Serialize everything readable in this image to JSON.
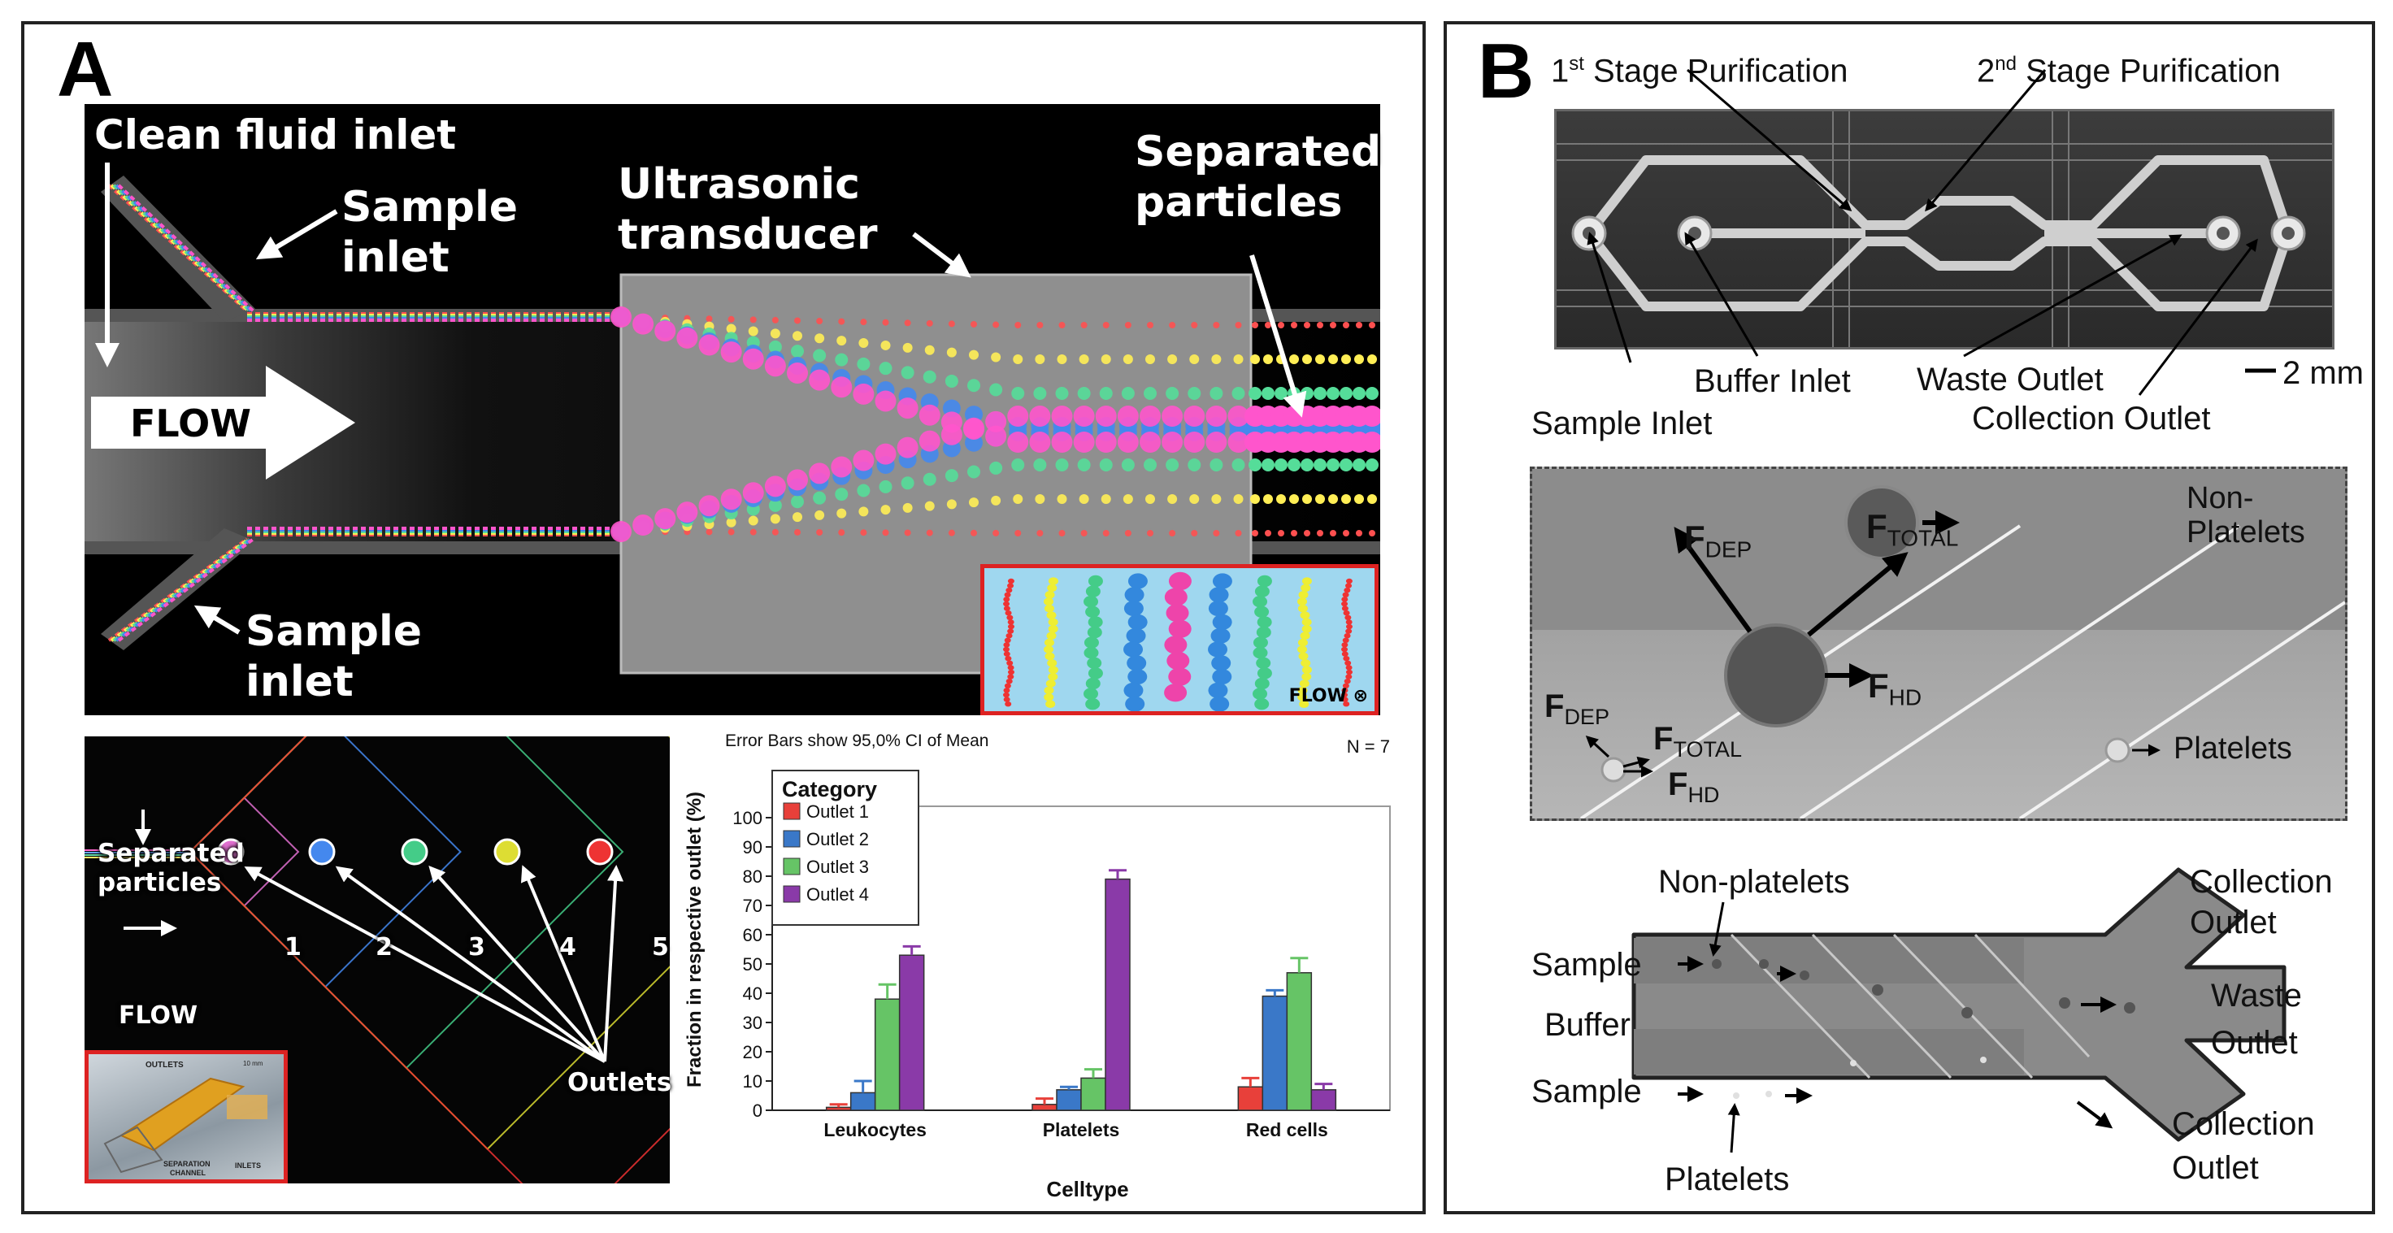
{
  "panelA": {
    "label": "A",
    "top": {
      "clean_fluid_inlet": "Clean fluid inlet",
      "sample_inlet_top": [
        "Sample",
        "inlet"
      ],
      "ultrasonic_transducer": [
        "Ultrasonic",
        "transducer"
      ],
      "separated_particles": [
        "Separated",
        "particles"
      ],
      "flow": "FLOW",
      "sample_inlet_bottom": [
        "Sample",
        "inlet"
      ],
      "inset_flow": "FLOW ⊗"
    },
    "chip": {
      "separated_particles": [
        "Separated",
        "particles"
      ],
      "flow": "FLOW",
      "outlets": "Outlets",
      "outlet_numbers": [
        "1",
        "2",
        "3",
        "4",
        "5"
      ],
      "outlet_colors": [
        "#e070d0",
        "#4488ee",
        "#44cc88",
        "#dddd33",
        "#ee3333"
      ],
      "photo_labels": {
        "outlets": "OUTLETS",
        "separation_channel": [
          "SEPARATION",
          "CHANNEL"
        ],
        "inlets": "INLETS",
        "scale": "10 mm"
      }
    },
    "chart": {
      "note": "Error Bars show 95,0% CI of Mean",
      "n_label": "N = 7",
      "legend_title": "Category"
    }
  },
  "chart_data": {
    "type": "bar",
    "title": "",
    "xlabel": "Celltype",
    "ylabel": "Fraction in respective outlet (%)",
    "ylim": [
      0,
      100
    ],
    "yticks": [
      0,
      10,
      20,
      30,
      40,
      50,
      60,
      70,
      80,
      90,
      100
    ],
    "categories": [
      "Leukocytes",
      "Platelets",
      "Red cells"
    ],
    "series": [
      {
        "name": "Outlet 1",
        "color": "#e8403a",
        "values": [
          1,
          2,
          8
        ],
        "err": [
          1,
          2,
          3
        ]
      },
      {
        "name": "Outlet 2",
        "color": "#3a78c8",
        "values": [
          6,
          7,
          39
        ],
        "err": [
          4,
          1,
          2
        ]
      },
      {
        "name": "Outlet 3",
        "color": "#66c466",
        "values": [
          38,
          11,
          47
        ],
        "err": [
          5,
          3,
          5
        ]
      },
      {
        "name": "Outlet 4",
        "color": "#8a3aa8",
        "values": [
          53,
          79,
          7
        ],
        "err": [
          3,
          3,
          2
        ]
      }
    ],
    "legend": "top-left",
    "grid": false
  },
  "panelB": {
    "label": "B",
    "top": {
      "stage1": {
        "num": "1",
        "sup": "st",
        "text": " Stage Purification"
      },
      "stage2": {
        "num": "2",
        "sup": "nd",
        "text": " Stage Purification"
      },
      "sample_inlet": "Sample Inlet",
      "buffer_inlet": "Buffer Inlet",
      "waste_outlet": "Waste Outlet",
      "collection_outlet": "Collection Outlet",
      "scale": "2 mm"
    },
    "middle": {
      "f_dep": {
        "base": "F",
        "sub": "DEP"
      },
      "f_total": {
        "base": "F",
        "sub": "TOTAL"
      },
      "f_hd": {
        "base": "F",
        "sub": "HD"
      },
      "non_platelets": [
        "Non-",
        "Platelets"
      ],
      "platelets": "Platelets"
    },
    "bottom": {
      "non_platelets": "Non-platelets",
      "sample_top": "Sample",
      "buffer": "Buffer",
      "sample_bottom": "Sample",
      "platelets": "Platelets",
      "collection_outlet_top": [
        "Collection",
        "Outlet"
      ],
      "waste_outlet": [
        "Waste",
        "Outlet"
      ],
      "collection_outlet_bottom": [
        "Collection",
        "Outlet"
      ]
    }
  }
}
